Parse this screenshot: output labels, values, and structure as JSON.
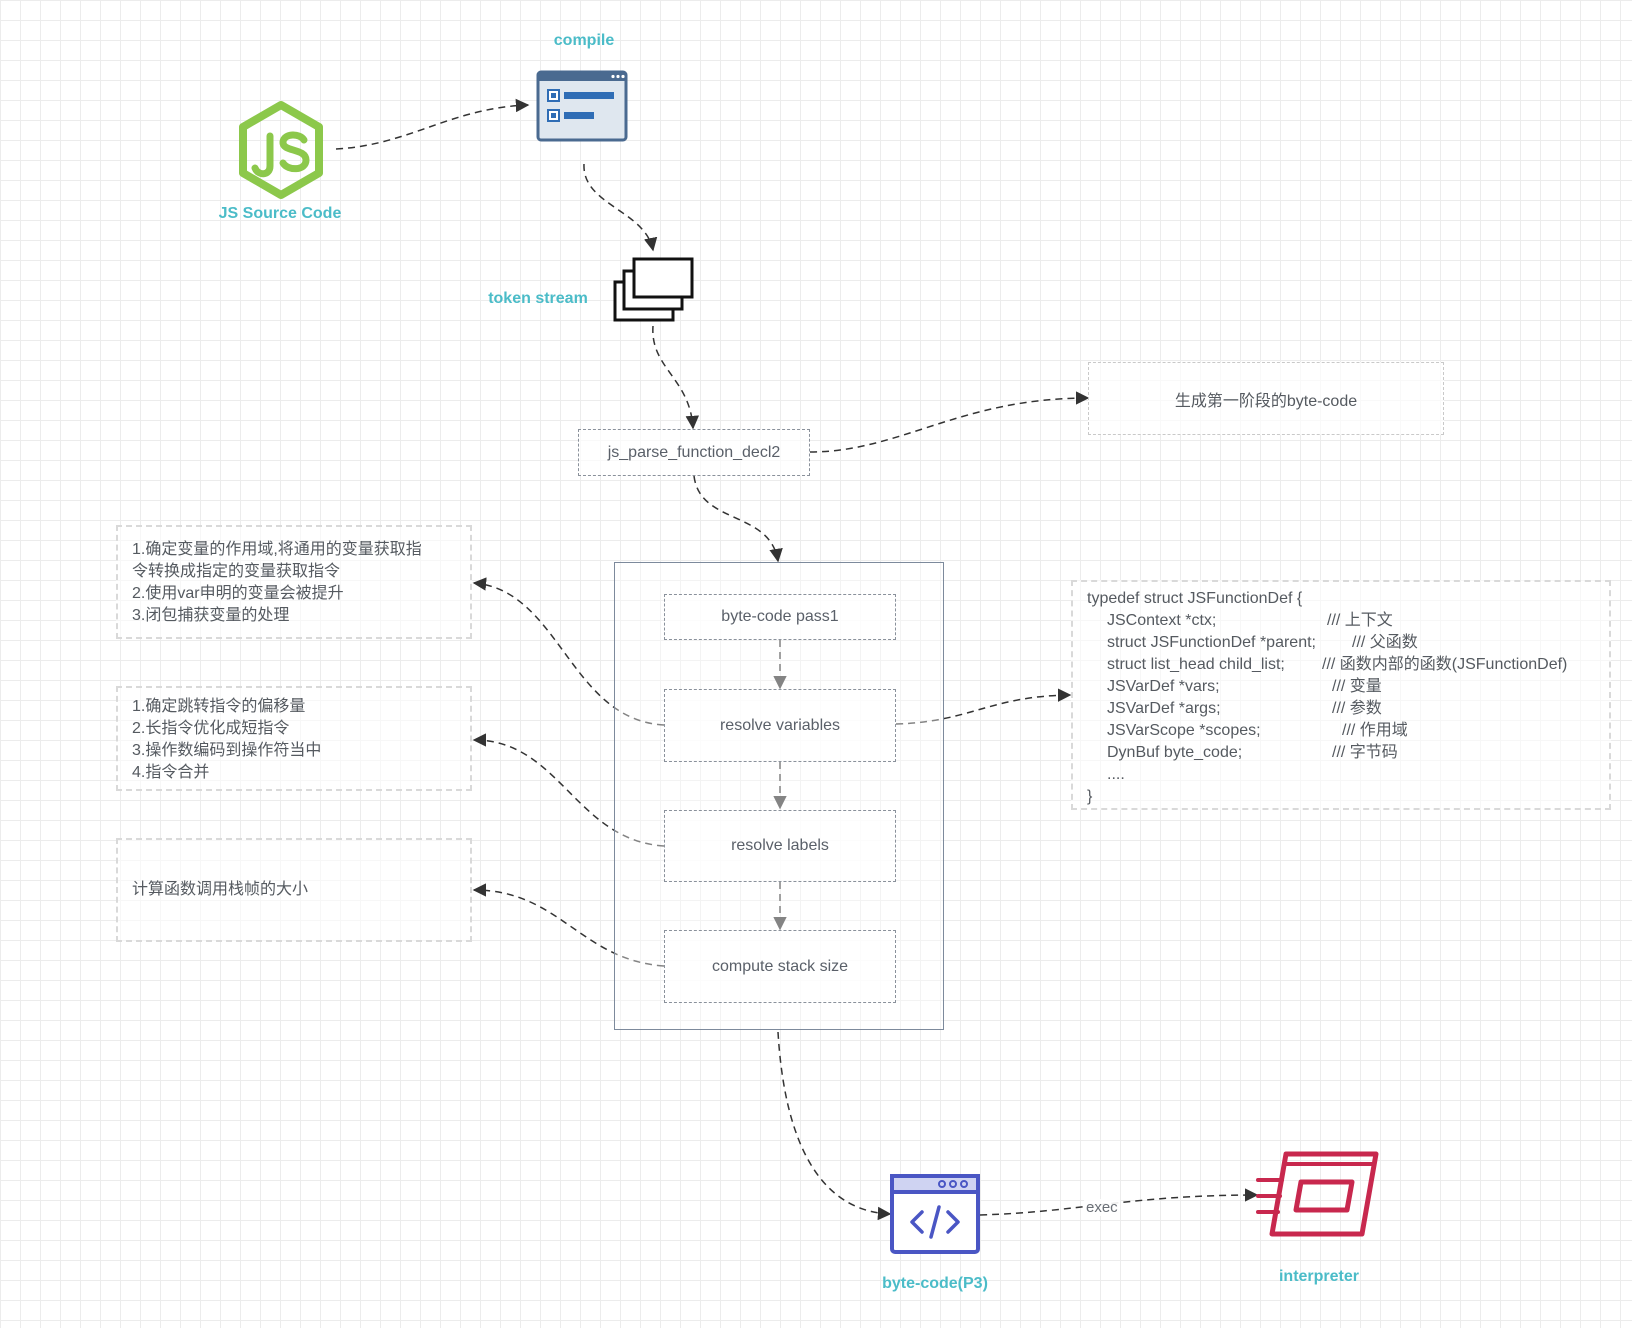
{
  "nodes": {
    "js_source": {
      "label": "JS Source Code"
    },
    "compile": {
      "label": "compile"
    },
    "token_stream": {
      "label": "token stream"
    },
    "parse_fn": {
      "label": "js_parse_function_decl2"
    },
    "pass1": {
      "label": "byte-code pass1"
    },
    "resolve_vars": {
      "label": "resolve variables"
    },
    "resolve_labels": {
      "label": "resolve labels"
    },
    "compute_stack": {
      "label": "compute stack size"
    },
    "bytecode_p3": {
      "label": "byte-code(P3)"
    },
    "interpreter": {
      "label": "interpreter"
    }
  },
  "edge_labels": {
    "exec": "exec"
  },
  "notes": {
    "stage1": "生成第一阶段的byte-code",
    "resolve_vars_notes": [
      "1.确定变量的作用域,将通用的变量获取指",
      "令转换成指定的变量获取指令",
      "2.使用var申明的变量会被提升",
      "3.闭包捕获变量的处理"
    ],
    "resolve_labels_notes": [
      "1.确定跳转指令的偏移量",
      "2.长指令优化成短指令",
      "3.操作数编码到操作符当中",
      "4.指令合并"
    ],
    "stack_note": "计算函数调用栈帧的大小"
  },
  "code_block": [
    {
      "code": "typedef struct JSFunctionDef {",
      "comment": ""
    },
    {
      "code": "    JSContext *ctx;",
      "comment": "/// 上下文"
    },
    {
      "code": "    struct JSFunctionDef *parent;",
      "comment": "/// 父函数"
    },
    {
      "code": "    struct list_head child_list;",
      "comment": "/// 函数内部的函数(JSFunctionDef)"
    },
    {
      "code": "    JSVarDef *vars;",
      "comment": "/// 变量"
    },
    {
      "code": "    JSVarDef *args;",
      "comment": "/// 参数"
    },
    {
      "code": "    JSVarScope *scopes;",
      "comment": "/// 作用域"
    },
    {
      "code": "    DynBuf byte_code;",
      "comment": "/// 字节码"
    },
    {
      "code": "    ....",
      "comment": ""
    },
    {
      "code": "}",
      "comment": ""
    }
  ],
  "colors": {
    "accent_teal": "#4bbcc8",
    "node_green": "#8cc84b",
    "browser_blue": "#2f6db5",
    "bytecode_indigo": "#4a56c4",
    "interpreter_crimson": "#c8284e"
  },
  "icons": {
    "js_source": "nodejs-hexagon-icon",
    "compile": "browser-window-icon",
    "token_stream": "stacked-windows-icon",
    "bytecode_p3": "code-window-icon",
    "interpreter": "interpreter-icon"
  }
}
